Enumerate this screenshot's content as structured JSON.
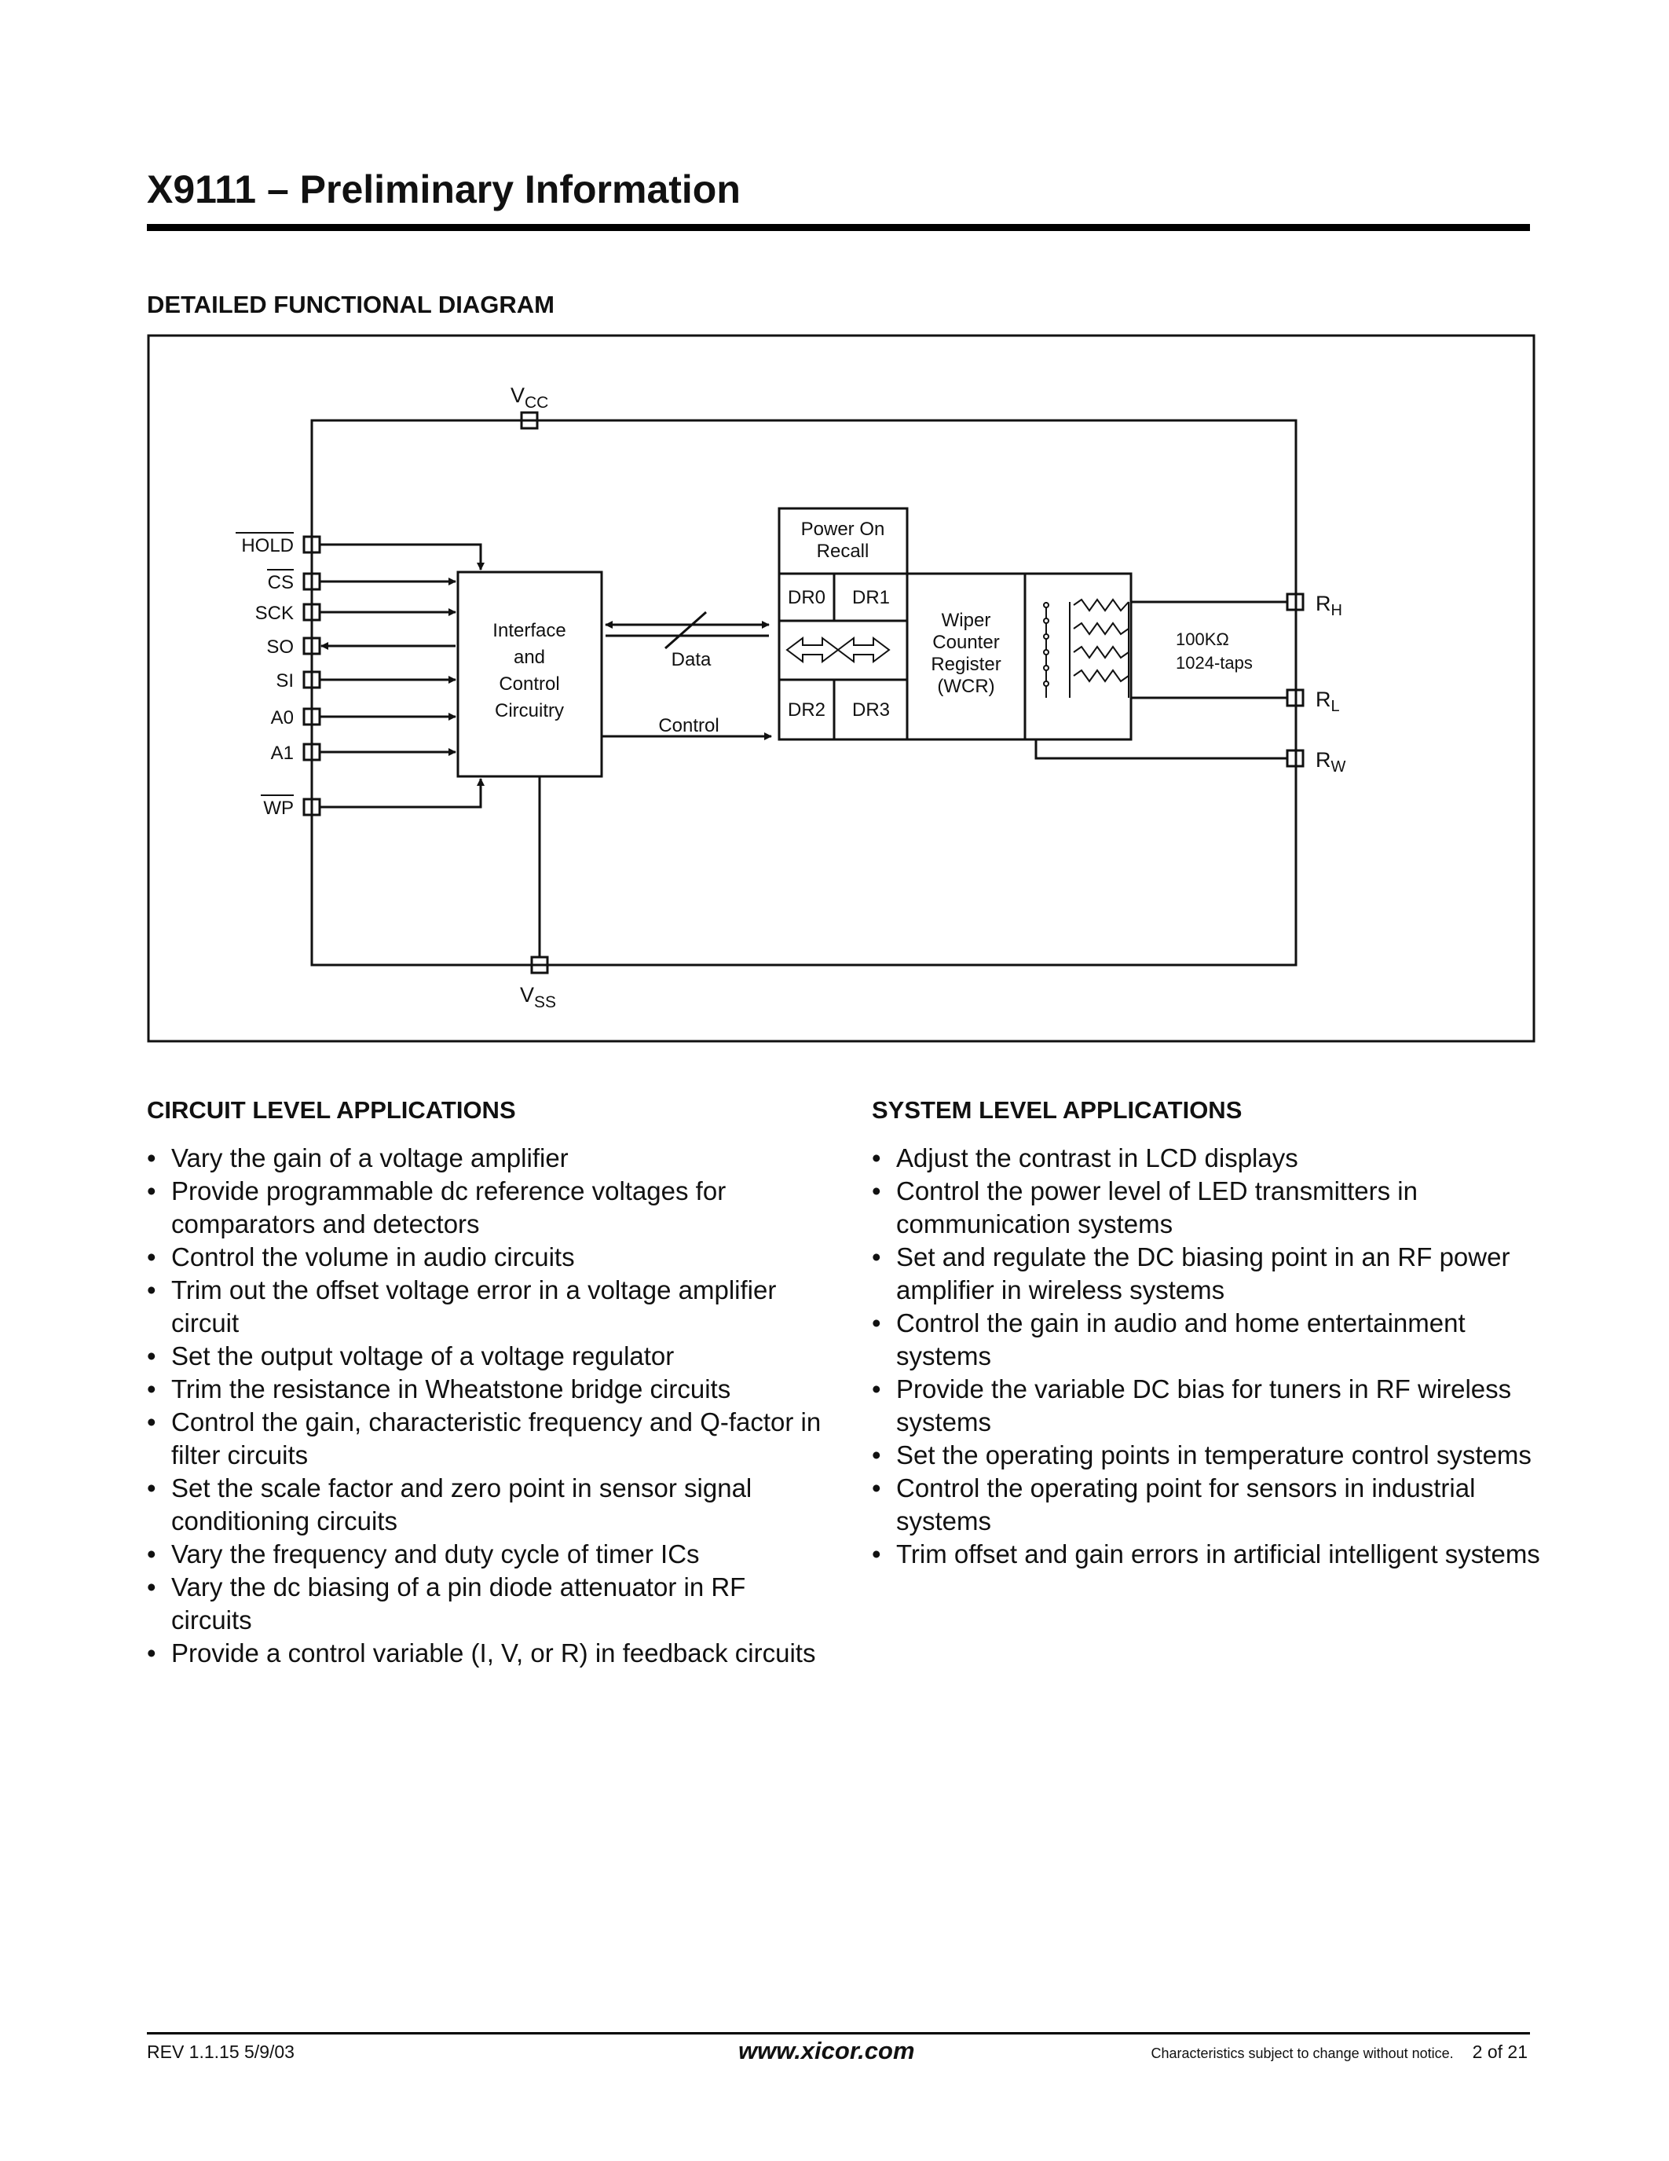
{
  "header": {
    "title": "X9111 – Preliminary Information"
  },
  "diagram": {
    "heading": "DETAILED FUNCTIONAL DIAGRAM",
    "supply_top": "V",
    "supply_top_sub": "CC",
    "supply_bottom": "V",
    "supply_bottom_sub": "SS",
    "pins_left": [
      "HOLD",
      "CS",
      "SCK",
      "SO",
      "SI",
      "A0",
      "A1",
      "WP"
    ],
    "interface_block": [
      "Interface",
      "and",
      "Control",
      "Circuitry"
    ],
    "data_label": "Data",
    "control_label": "Control",
    "power_on_recall": [
      "Power On",
      "Recall"
    ],
    "data_registers": [
      "DR0",
      "DR1",
      "DR2",
      "DR3"
    ],
    "wcr_block": [
      "Wiper",
      "Counter",
      "Register",
      "(WCR)"
    ],
    "resistance": "100KΩ",
    "taps": "1024-taps",
    "pins_right": [
      {
        "main": "R",
        "sub": "H"
      },
      {
        "main": "R",
        "sub": "L"
      },
      {
        "main": "R",
        "sub": "W"
      }
    ]
  },
  "circuit_apps": {
    "heading": "CIRCUIT LEVEL APPLICATIONS",
    "items": [
      "Vary the gain of a voltage amplifier",
      "Provide programmable dc reference voltages for comparators and detectors",
      "Control the volume in audio circuits",
      "Trim out the offset voltage error in a voltage amplifier circuit",
      "Set the output voltage of a voltage regulator",
      "Trim the resistance in Wheatstone bridge circuits",
      "Control the gain, characteristic frequency and Q-factor in filter circuits",
      "Set the scale factor and zero point in sensor signal conditioning circuits",
      "Vary the frequency and duty cycle of timer ICs",
      "Vary the dc biasing of a pin diode attenuator in RF circuits",
      "Provide a control variable (I, V, or R) in feedback circuits"
    ]
  },
  "system_apps": {
    "heading": "SYSTEM LEVEL APPLICATIONS",
    "items": [
      "Adjust the contrast in LCD displays",
      "Control the power level of LED transmitters in communication systems",
      "Set and regulate the DC biasing point in an RF power amplifier in wireless systems",
      "Control the gain in audio and home entertainment systems",
      "Provide the variable DC bias for tuners in RF wireless systems",
      "Set the operating points in temperature control systems",
      "Control the operating point for sensors in industrial systems",
      "Trim offset and gain errors in artificial intelligent systems"
    ]
  },
  "footer": {
    "rev": "REV 1.1.15 5/9/03",
    "url": "www.xicor.com",
    "notice": "Characteristics subject to change without notice.",
    "page": "2 of 21"
  }
}
